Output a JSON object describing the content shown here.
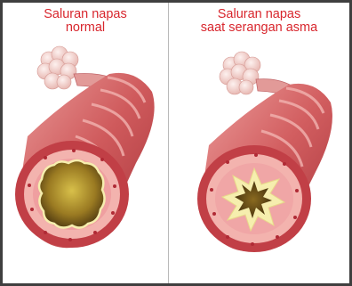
{
  "colors": {
    "frame_border": "#3f3f3f",
    "divider": "#b9b9b9",
    "caption_red": "#d8262d",
    "tube_outer": "#c0474d",
    "tube_light": "#e48a8c",
    "tube_wall": "#f2a9a6",
    "mucus_yellow": "#f6eeae",
    "alveoli": "#f4d4d0"
  },
  "panels": [
    {
      "caption_line1": "Saluran napas",
      "caption_line2": "normal"
    },
    {
      "caption_line1": "Saluran napas",
      "caption_line2": "saat serangan asma"
    }
  ]
}
